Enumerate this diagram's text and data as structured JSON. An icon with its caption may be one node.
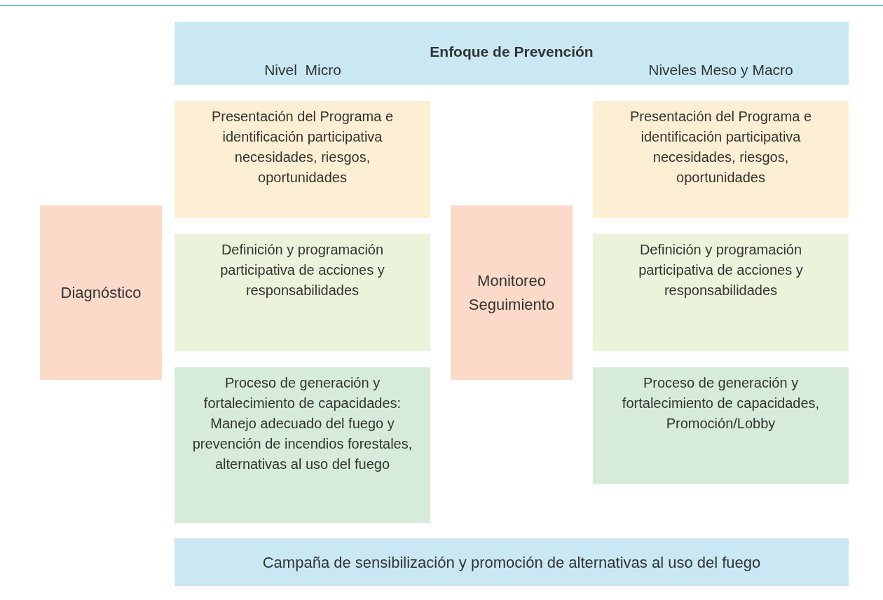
{
  "diagram": {
    "nodes": [
      {
        "text": [
          "Enfoque de Prevención",
          "Nivel  Micro",
          "Niveles Meso y Macro"
        ]
      },
      {
        "text": [
          "Presentación del Programa e identificación participativa necesidades, riesgos, oportunidades"
        ]
      },
      {
        "text": [
          "Presentación del Programa e identificación participativa necesidades, riesgos, oportunidades"
        ]
      },
      {
        "text": [
          "Diagnóstico"
        ]
      },
      {
        "text": [
          "Definición y programación participativa de acciones  y responsabilidades"
        ]
      },
      {
        "text": [
          "Monitoreo Seguimiento"
        ]
      },
      {
        "text": [
          "Definición y programación participativa de acciones  y responsabilidades"
        ]
      },
      {
        "text": [
          "Proceso de generación y fortalecimiento de capacidades: Manejo adecuado del fuego y prevención de incendios forestales, alternativas al uso del fuego"
        ]
      },
      {
        "text": [
          "Proceso de generación y fortalecimiento de capacidades, Promoción/Lobby"
        ]
      },
      {
        "text": [
          "Campaña de sensibilización y promoción de alternativas al uso del fuego"
        ]
      }
    ]
  }
}
